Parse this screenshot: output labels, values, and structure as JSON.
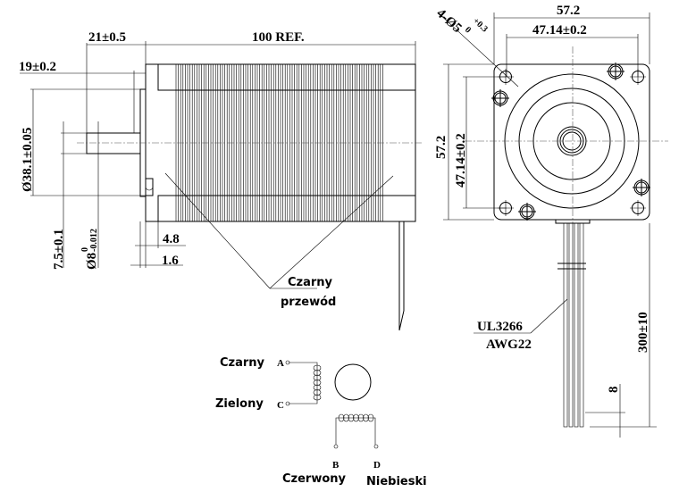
{
  "side_view": {
    "dim_shaft_length": "21±0.5",
    "dim_body_length": "100 REF.",
    "dim_flat_length": "19±0.2",
    "dim_pilot_diameter": "Ø38.1±0.05",
    "dim_flat_depth": "7.5±0.1",
    "dim_shaft_diameter": "Ø8",
    "dim_shaft_tol_upper": "0",
    "dim_shaft_tol_lower": "-0.012",
    "dim_flange_4_8": "4.8",
    "dim_flange_1_6": "1.6",
    "callout_black_wire": [
      "Czarny",
      "przewód"
    ]
  },
  "front_view": {
    "dim_hole": "4-Ø5",
    "dim_hole_tol_upper": "+0.3",
    "dim_hole_tol_lower": "0",
    "dim_width": "57.2",
    "dim_hole_spacing_h": "47.14±0.2",
    "dim_height": "57.2",
    "dim_hole_spacing_v": "47.14±0.2",
    "wire_spec": [
      "UL3266",
      "AWG22"
    ],
    "dim_lead_length": "300±10",
    "dim_strip_length": "8"
  },
  "wiring": {
    "pins": [
      {
        "pin": "A",
        "color_name": "Czarny"
      },
      {
        "pin": "C",
        "color_name": "Zielony"
      },
      {
        "pin": "B",
        "color_name": "Czerwony"
      },
      {
        "pin": "D",
        "color_name": "Niebieski"
      }
    ]
  }
}
